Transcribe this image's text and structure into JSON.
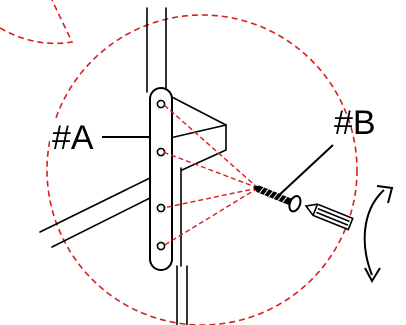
{
  "diagram": {
    "callouts": [
      {
        "id": "A",
        "text": "#A"
      },
      {
        "id": "B",
        "text": "#B"
      }
    ],
    "colors": {
      "line": "#000000",
      "guide": "#d81e1e",
      "background": "#ffffff"
    },
    "icons": [
      "screw-icon",
      "screwdriver-icon",
      "rotation-arrow-icon",
      "magnifier-circle"
    ]
  }
}
